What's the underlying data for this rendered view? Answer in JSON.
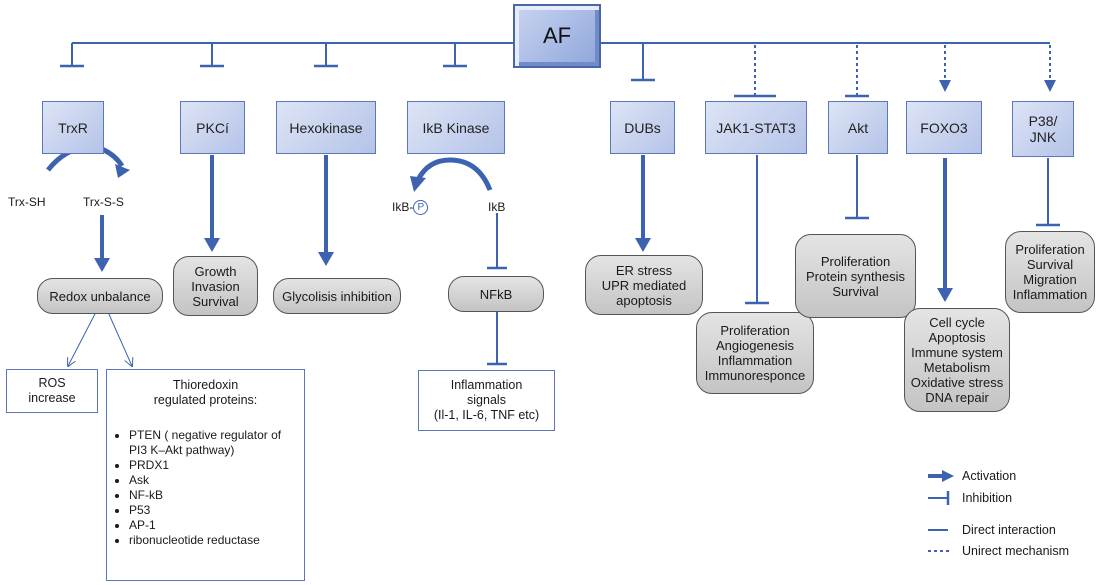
{
  "center": "AF",
  "targets": {
    "trxr": "TrxR",
    "pkc": "PKCí",
    "hexokinase": "Hexokinase",
    "ikb_kinase": "IkB Kinase",
    "dubs": "DUBs",
    "jak": "JAK1-STAT3",
    "akt": "Akt",
    "foxo3": "FOXO3",
    "p38_l1": "P38/",
    "p38_l2": "JNK"
  },
  "labels": {
    "trx_sh": "Trx-SH",
    "trx_ss": "Trx-S-S",
    "ikb_p": "IkB-",
    "p": "P",
    "ikb": "IkB"
  },
  "outcomes": {
    "redox": "Redox unbalance",
    "pkc": [
      "Growth",
      "Invasion",
      "Survival"
    ],
    "glycolysis": "Glycolisis inhibition",
    "nfkb": "NFkB",
    "dubs": [
      "ER stress",
      "UPR mediated",
      "apoptosis"
    ],
    "jak": [
      "Proliferation",
      "Angiogenesis",
      "Inflammation",
      "Immunoresponce"
    ],
    "akt": [
      "Proliferation",
      "Protein synthesis",
      "Survival"
    ],
    "foxo3": [
      "Cell cycle",
      "Apoptosis",
      "Immune system",
      "Metabolism",
      "Oxidative stress",
      "DNA repair"
    ],
    "p38": [
      "Proliferation",
      "Survival",
      "Migration",
      "Inflammation"
    ]
  },
  "ros": [
    "ROS",
    "increase"
  ],
  "thioredoxin": {
    "title": [
      "Thioredoxin",
      "regulated proteins:"
    ],
    "items": [
      "PTEN ( negative regulator of PI3 K–Akt pathway)",
      "PRDX1",
      "Ask",
      "NF-kB",
      "P53",
      "AP-1",
      "ribonucleotide reductase"
    ]
  },
  "inflammation": [
    "Inflammation",
    "signals",
    "(Il-1, IL-6, TNF etc)"
  ],
  "legend": {
    "activation": "Activation",
    "inhibition": "Inhibition",
    "direct": "Direct interaction",
    "indirect": "Unirect mechanism"
  },
  "colors": {
    "line": "#3d63b0"
  }
}
